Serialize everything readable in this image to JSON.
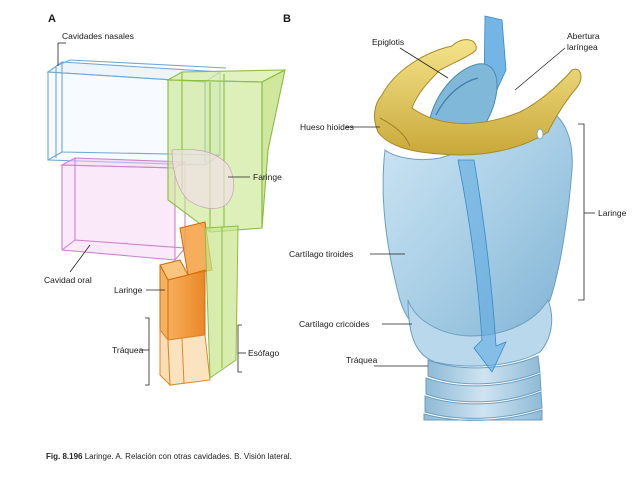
{
  "panel_a": {
    "letter": "A",
    "labels": {
      "nasal": "Cavidades nasales",
      "pharynx": "Faringe",
      "oral": "Cavidad oral",
      "larynx": "Laringe",
      "trachea": "Tráquea",
      "esophagus": "Esófago"
    }
  },
  "panel_b": {
    "letter": "B",
    "labels": {
      "epiglottis": "Epiglotis",
      "aperture_line1": "Abertura",
      "aperture_line2": "laríngea",
      "hyoid": "Hueso hioides",
      "larynx": "Laringe",
      "thyroid": "Cartílago tiroides",
      "cricoid": "Cartílago cricoides",
      "trachea": "Tráquea"
    }
  },
  "caption": {
    "figure": "Fig. 8.196",
    "text": "Laringe. A. Relación con otras cavidades. B. Visión lateral."
  },
  "colors": {
    "nasal": "#6fa8d8",
    "oral": "#e0a0e0",
    "pharynx": "#a8d060",
    "larynx": "#f08a20",
    "hyoid": "#e0c860",
    "cartilage": "#a9cfe6",
    "airflow": "#5aa8e0"
  }
}
